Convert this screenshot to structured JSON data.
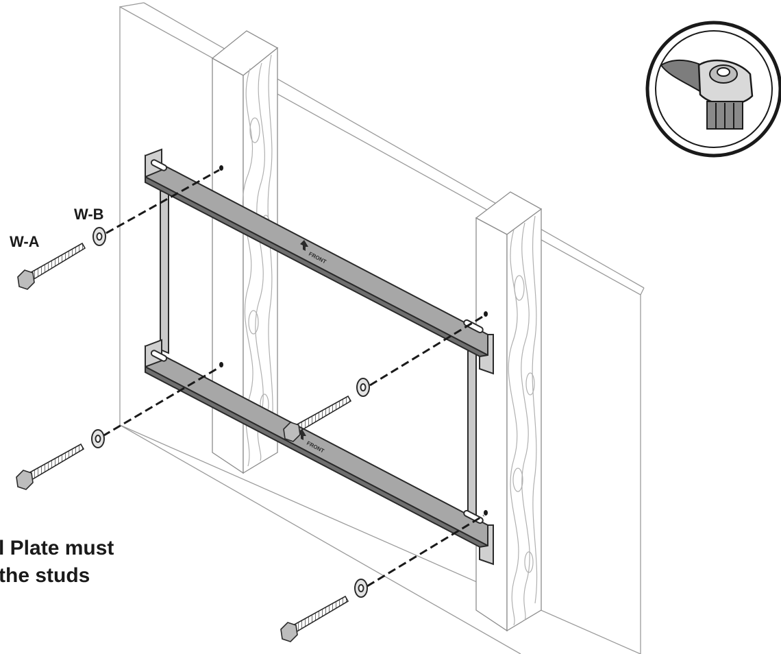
{
  "labels": {
    "lag_bolt": "W-A",
    "washer": "W-B",
    "front_marking": "FRONT"
  },
  "note": {
    "line1": "l Plate must",
    "line2": "the studs"
  },
  "colors": {
    "stroke": "#2a2a2a",
    "wall_stroke": "#9a9a9a",
    "plate_fill": "#a7a7a7",
    "plate_dark": "#6f6f6f",
    "wood_grain": "#b0b0b0",
    "background": "#ffffff"
  },
  "icons": [
    "wrench-socket-icon"
  ]
}
